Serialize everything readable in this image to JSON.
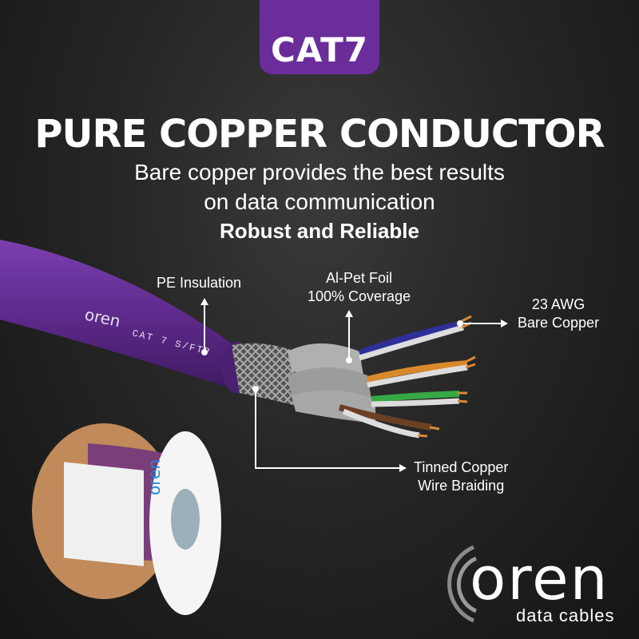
{
  "badge": {
    "label": "CAT7",
    "color": "#6a2d9a"
  },
  "headline": "PURE COPPER CONDUCTOR",
  "subtitle": {
    "line1": "Bare copper provides the best results",
    "line2": "on data communication",
    "line3": "Robust and Reliable"
  },
  "callouts": {
    "pe_insulation": "PE Insulation",
    "foil_line1": "Al-Pet Foil",
    "foil_line2": "100% Coverage",
    "awg_line1": "23 AWG",
    "awg_line2": "Bare Copper",
    "braid_line1": "Tinned Copper",
    "braid_line2": "Wire Braiding"
  },
  "cable_print": {
    "brand": "oren",
    "spec": "CAT 7 S/FTP"
  },
  "reel": {
    "brand": "oren"
  },
  "logo": {
    "brand": "oren",
    "tagline": "data cables"
  },
  "colors": {
    "jacket": "#5e2a8c",
    "pair_blue": "#2f2f9a",
    "pair_orange": "#d9892a",
    "pair_green": "#36a845",
    "pair_brown": "#6b4023",
    "copper": "#d58a3a"
  }
}
